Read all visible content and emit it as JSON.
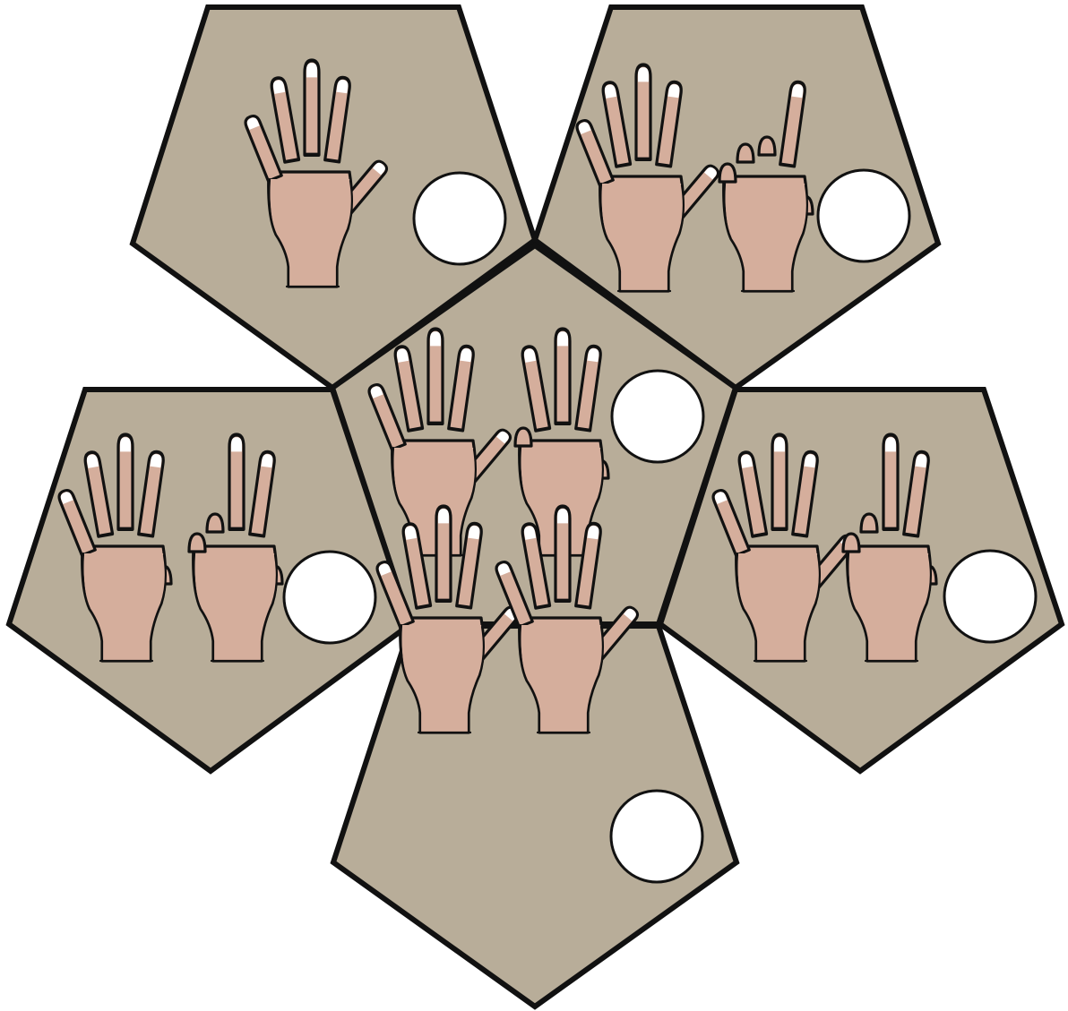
{
  "colors": {
    "tile_fill": "#b8ad99",
    "tile_stroke": "#111111",
    "skin": "#d5ae9c",
    "nail": "#ffffff",
    "answer_circle": "#ffffff"
  },
  "icons": [
    "open-hand-icon",
    "one-finger-hand-icon",
    "two-finger-hand-icon",
    "three-finger-hand-icon",
    "four-finger-hand-icon",
    "answer-circle"
  ],
  "tiles": [
    {
      "id": "top-left",
      "fingers_shown": [
        5
      ],
      "total": 5,
      "answer": ""
    },
    {
      "id": "top-right",
      "fingers_shown": [
        5,
        1
      ],
      "total": 6,
      "answer": ""
    },
    {
      "id": "center",
      "fingers_shown": [
        5,
        3
      ],
      "total": 8,
      "answer": ""
    },
    {
      "id": "left",
      "fingers_shown": [
        4,
        2
      ],
      "total": 6,
      "answer": ""
    },
    {
      "id": "right",
      "fingers_shown": [
        5,
        2
      ],
      "total": 7,
      "answer": ""
    },
    {
      "id": "bottom",
      "fingers_shown": [
        5,
        5
      ],
      "total": 10,
      "answer": ""
    }
  ]
}
